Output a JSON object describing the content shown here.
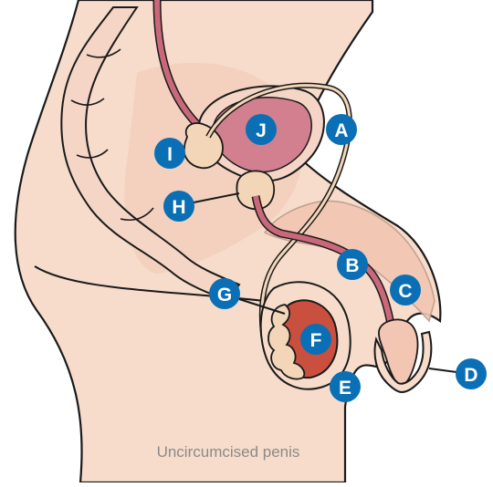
{
  "caption": "Uncircumcised penis",
  "colors": {
    "skin": "#f7dccb",
    "skin_deep": "#f2c9b8",
    "outline": "#1a1a1a",
    "organ_pink": "#c9687a",
    "bladder": "#d27f8f",
    "gland": "#f3d6b8",
    "testis": "#c94f3f",
    "badge": "#0a6fb4"
  },
  "labels": [
    {
      "id": "A",
      "text": "A"
    },
    {
      "id": "B",
      "text": "B"
    },
    {
      "id": "C",
      "text": "C"
    },
    {
      "id": "D",
      "text": "D"
    },
    {
      "id": "E",
      "text": "E"
    },
    {
      "id": "F",
      "text": "F"
    },
    {
      "id": "G",
      "text": "G"
    },
    {
      "id": "H",
      "text": "H"
    },
    {
      "id": "I",
      "text": "I"
    },
    {
      "id": "J",
      "text": "J"
    }
  ]
}
